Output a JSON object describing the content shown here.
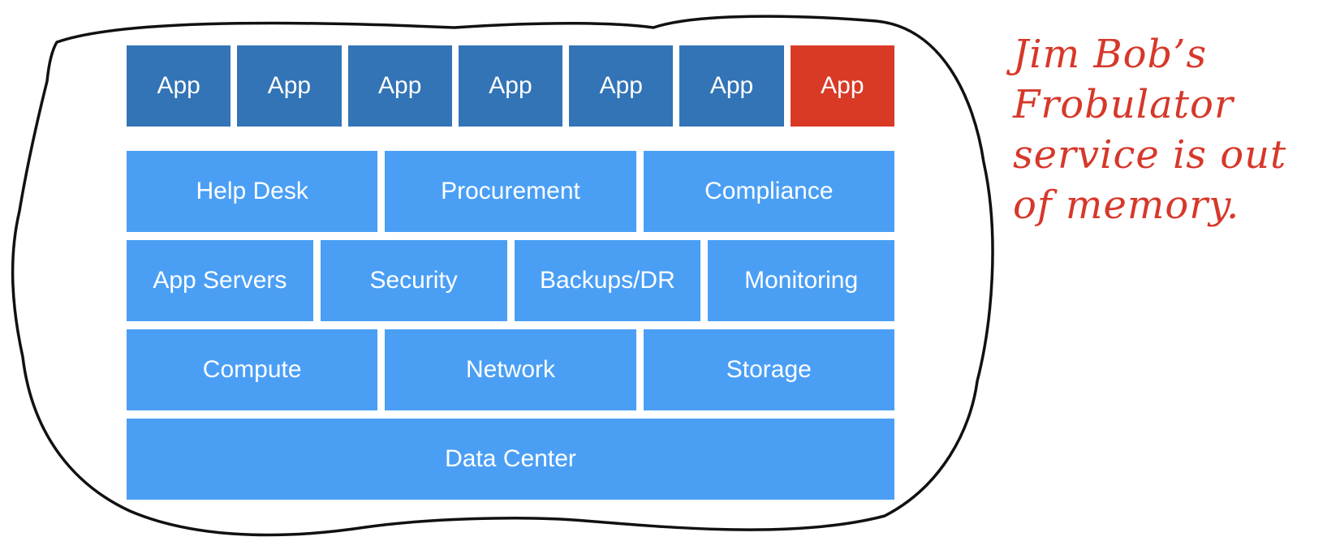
{
  "diagram": {
    "app_row": [
      {
        "label": "App",
        "status": "normal"
      },
      {
        "label": "App",
        "status": "normal"
      },
      {
        "label": "App",
        "status": "normal"
      },
      {
        "label": "App",
        "status": "normal"
      },
      {
        "label": "App",
        "status": "normal"
      },
      {
        "label": "App",
        "status": "normal"
      },
      {
        "label": "App",
        "status": "alert"
      }
    ],
    "services_row": [
      "Help Desk",
      "Procurement",
      "Compliance"
    ],
    "platform_row": [
      "App Servers",
      "Security",
      "Backups/DR",
      "Monitoring"
    ],
    "infrastructure_row": [
      "Compute",
      "Network",
      "Storage"
    ],
    "foundation_row": [
      "Data Center"
    ]
  },
  "annotation": {
    "lines": [
      "Jim Bob’s",
      "Frobulator",
      "service is out",
      "of memory."
    ]
  },
  "colors": {
    "app_block": "#3374b6",
    "alert_block": "#d93a26",
    "layer_block": "#4a9ff5",
    "annotation_text": "#d6382a",
    "outline": "#111111"
  }
}
